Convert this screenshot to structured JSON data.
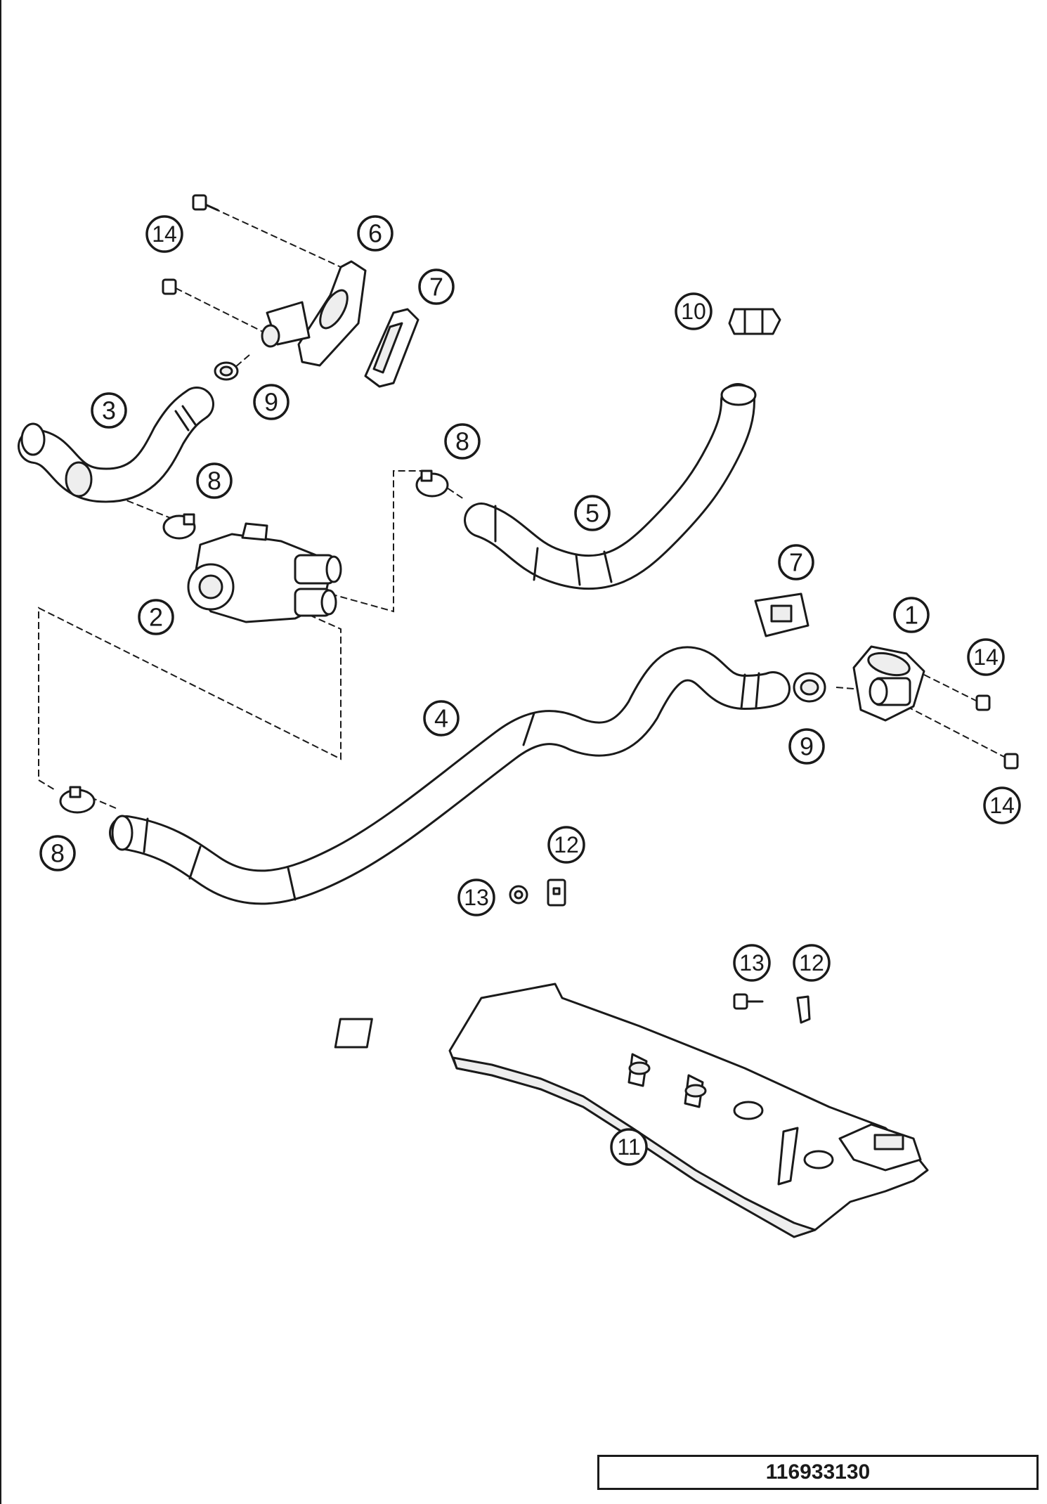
{
  "diagram": {
    "reference_number": "116933130",
    "callouts": {
      "c1": "1",
      "c2": "2",
      "c3": "3",
      "c4": "4",
      "c5": "5",
      "c6": "6",
      "c7a": "7",
      "c7b": "7",
      "c8a": "8",
      "c8b": "8",
      "c8c": "8",
      "c9a": "9",
      "c9b": "9",
      "c10": "10",
      "c11": "11",
      "c12a": "12",
      "c12b": "12",
      "c13a": "13",
      "c13b": "13",
      "c14a": "14",
      "c14b": "14",
      "c14c": "14"
    }
  }
}
